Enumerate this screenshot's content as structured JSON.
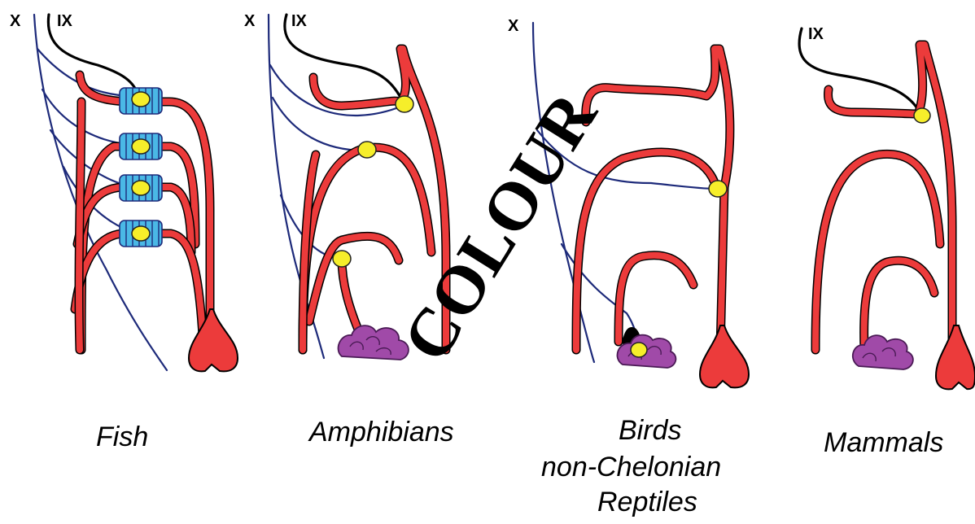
{
  "nerve_labels": {
    "fish_x": "X",
    "fish_ix": "IX",
    "amphibians_x": "X",
    "amphibians_ix": "IX",
    "birds_x": "X",
    "mammals_ix": "IX"
  },
  "groups": {
    "fish": "Fish",
    "amphibians": "Amphibians",
    "birds_line1": "Birds",
    "birds_line2": "non-Chelonian",
    "birds_line3": "Reptiles",
    "mammals": "Mammals"
  },
  "watermark": "COLOUR",
  "colors": {
    "artery": "#ec3b3b",
    "receptor": "#f6ee2a",
    "gill": "#4ab8e6",
    "glomus": "#a04aa8",
    "vagus_nerve": "#1d2a7a",
    "glossopharyngeal_nerve": "#000000"
  }
}
